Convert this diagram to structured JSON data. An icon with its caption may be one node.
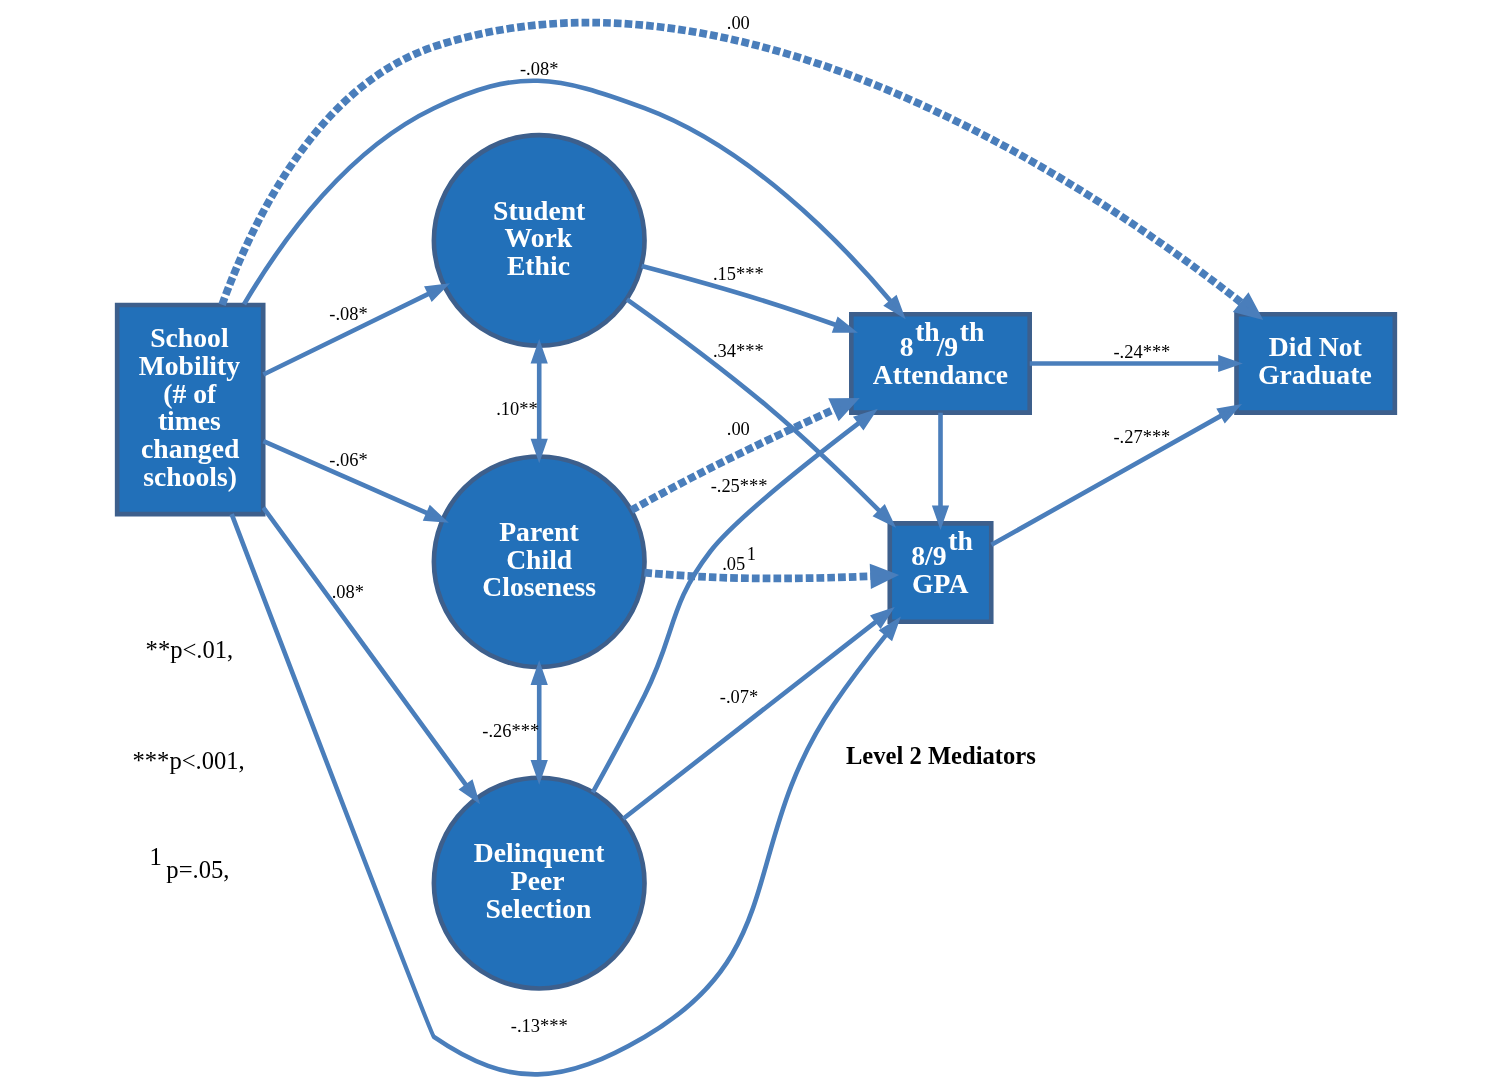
{
  "diagram": {
    "nodes": [
      {
        "text": [
          "School Mobility (# of times changed schools)"
        ]
      },
      {
        "text": [
          "Student Work Ethic"
        ]
      },
      {
        "text": [
          "Parent Child Closeness"
        ]
      },
      {
        "text": [
          "Delinquent Peer Selection"
        ]
      },
      {
        "text": [
          "8$^{th}$/9$^{th}$ Attendance"
        ]
      },
      {
        "text": [
          "8/9$^{th}$ GPA"
        ]
      },
      {
        "text": [
          "Did Not Graduate"
        ]
      }
    ],
    "edges": [
      {
        "from": 0,
        "to": 6,
        "arrow": "to",
        "label": ".00",
        "style": "dashed"
      },
      {
        "from": 0,
        "to": 1,
        "arrow": "to",
        "label": "-.08*"
      },
      {
        "from": 0,
        "to": 4,
        "arrow": "to",
        "label": "-.08*"
      },
      {
        "from": 0,
        "to": 2,
        "arrow": "to",
        "label": "-.06*"
      },
      {
        "from": 0,
        "to": 3,
        "arrow": "to",
        "label": ".08*"
      },
      {
        "from": 0,
        "to": 5,
        "arrow": "to",
        "label": "-.13***"
      },
      {
        "from": 1,
        "to": 2,
        "arrow": "both",
        "label": ".10**"
      },
      {
        "from": 2,
        "to": 3,
        "arrow": "both",
        "label": "-.26***"
      },
      {
        "from": 1,
        "to": 4,
        "arrow": "to",
        "label": ".15***"
      },
      {
        "from": 1,
        "to": 5,
        "arrow": "to",
        "label": ".34***"
      },
      {
        "from": 2,
        "to": 4,
        "arrow": "to",
        "label": ".00",
        "style": "dashed"
      },
      {
        "from": 2,
        "to": 5,
        "arrow": "to",
        "label": ".05$^{1}$",
        "style": "dashed"
      },
      {
        "from": 3,
        "to": 4,
        "arrow": "to",
        "label": "-.25***"
      },
      {
        "from": 3,
        "to": 5,
        "arrow": "to",
        "label": "-.07*"
      },
      {
        "from": 4,
        "to": 5,
        "arrow": "to"
      },
      {
        "from": 4,
        "to": 6,
        "arrow": "to",
        "label": "-.24***"
      },
      {
        "from": 5,
        "to": 6,
        "arrow": "to",
        "label": "-.27***"
      }
    ],
    "labels": [
      "Level 2 Mediators",
      "**p<.01,",
      "***p<.001,",
      "$^{1}$ p=.05,"
    ]
  }
}
